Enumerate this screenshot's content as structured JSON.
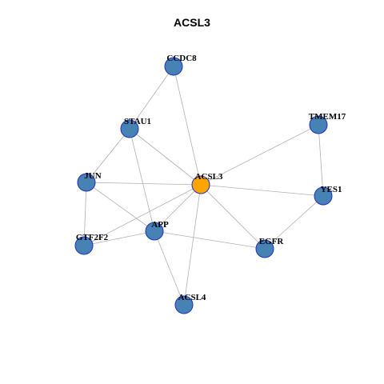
{
  "title": "ACSL3",
  "colors": {
    "node_fill": "#4682b4",
    "center_fill": "#ffa500",
    "node_stroke": "#1f2fc4",
    "edge": "#b0b0b0"
  },
  "nodes": [
    {
      "id": "ACSL3",
      "label": "ACSL3",
      "center": true
    },
    {
      "id": "CCDC8",
      "label": "CCDC8"
    },
    {
      "id": "STAU1",
      "label": "STAU1"
    },
    {
      "id": "TMEM17",
      "label": "TMEM17"
    },
    {
      "id": "JUN",
      "label": "JUN"
    },
    {
      "id": "YES1",
      "label": "YES1"
    },
    {
      "id": "APP",
      "label": "APP"
    },
    {
      "id": "GTF2F2",
      "label": "GTF2F2"
    },
    {
      "id": "EGFR",
      "label": "EGFR"
    },
    {
      "id": "ACSL4",
      "label": "ACSL4"
    }
  ],
  "edges": [
    [
      "ACSL3",
      "CCDC8"
    ],
    [
      "ACSL3",
      "STAU1"
    ],
    [
      "ACSL3",
      "TMEM17"
    ],
    [
      "ACSL3",
      "JUN"
    ],
    [
      "ACSL3",
      "YES1"
    ],
    [
      "ACSL3",
      "APP"
    ],
    [
      "ACSL3",
      "GTF2F2"
    ],
    [
      "ACSL3",
      "EGFR"
    ],
    [
      "ACSL3",
      "ACSL4"
    ],
    [
      "CCDC8",
      "STAU1"
    ],
    [
      "STAU1",
      "JUN"
    ],
    [
      "STAU1",
      "APP"
    ],
    [
      "TMEM17",
      "YES1"
    ],
    [
      "JUN",
      "GTF2F2"
    ],
    [
      "JUN",
      "APP"
    ],
    [
      "YES1",
      "EGFR"
    ],
    [
      "APP",
      "GTF2F2"
    ],
    [
      "APP",
      "EGFR"
    ],
    [
      "APP",
      "ACSL4"
    ]
  ]
}
